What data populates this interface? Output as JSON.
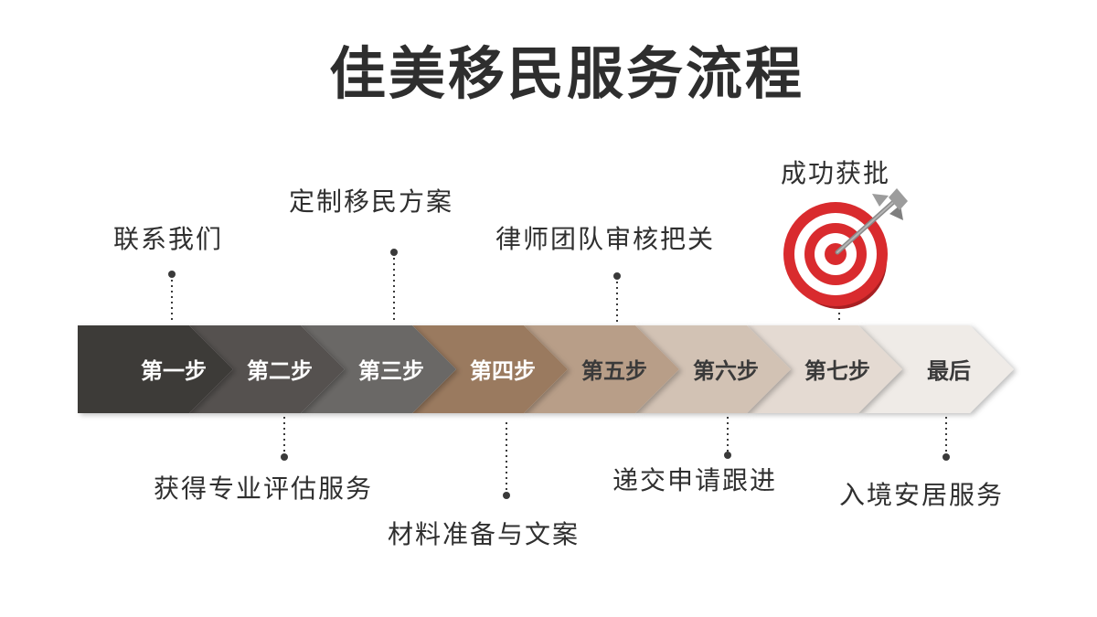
{
  "title": "佳美移民服务流程",
  "steps": [
    {
      "label": "第一步",
      "color": "#3d3a38",
      "text_color": "#ffffff"
    },
    {
      "label": "第二步",
      "color": "#545150",
      "text_color": "#ffffff"
    },
    {
      "label": "第三步",
      "color": "#6a6866",
      "text_color": "#ffffff"
    },
    {
      "label": "第四步",
      "color": "#9a7a5f",
      "text_color": "#ffffff"
    },
    {
      "label": "第五步",
      "color": "#b89e88",
      "text_color": "#3a3a3a"
    },
    {
      "label": "第六步",
      "color": "#d2c2b4",
      "text_color": "#3a3a3a"
    },
    {
      "label": "第七步",
      "color": "#e4dad2",
      "text_color": "#3a3a3a"
    },
    {
      "label": "最后",
      "color": "#efebe7",
      "text_color": "#3a3a3a"
    }
  ],
  "captions": [
    {
      "text": "联系我们"
    },
    {
      "text": "获得专业评估服务"
    },
    {
      "text": "定制移民方案"
    },
    {
      "text": "材料准备与文案"
    },
    {
      "text": "律师团队审核把关"
    },
    {
      "text": "递交申请跟进"
    },
    {
      "text": "成功获批"
    },
    {
      "text": "入境安居服务"
    }
  ],
  "icons": {
    "target": "target-with-arrow-icon"
  },
  "colors": {
    "target_red": "#d92b2e",
    "connector": "#3a3a3a"
  }
}
